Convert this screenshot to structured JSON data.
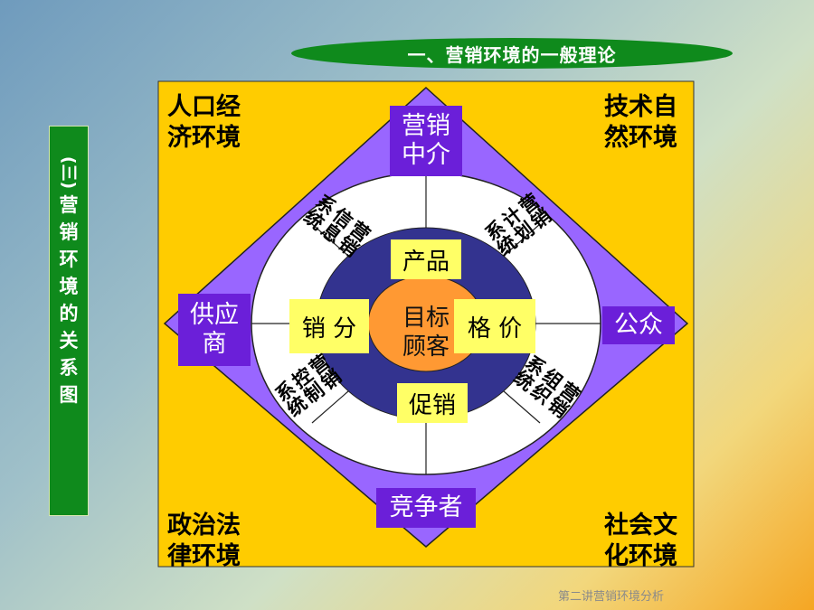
{
  "title": "一、营销环境的一般理论",
  "side_title": {
    "prefix": "(三)",
    "chars": [
      "营",
      "销",
      "环",
      "境",
      "的",
      "关",
      "系",
      "图"
    ]
  },
  "corners": {
    "top_left": "人口经\n济环境",
    "top_right": "技术自\n然环境",
    "bottom_left": "政治法\n律环境",
    "bottom_right": "社会文\n化环境"
  },
  "actors": {
    "top": "营销\n中介",
    "left": "供应\n商",
    "right": "公众",
    "bottom": "竞争者"
  },
  "marketing_mix": {
    "product": "产品",
    "place": "销 分",
    "price": "格 价",
    "promotion": "促销"
  },
  "target": "目标\n顾客",
  "systems": {
    "info": "营销\n信息\n系统",
    "plan": "营销\n计划\n系统",
    "control": "营销\n控制\n系统",
    "org": "营销\n组织\n系统"
  },
  "footer": "第二讲营销环境分析",
  "colors": {
    "yellow": "#ffcc00",
    "purple": "#9966ff",
    "navy": "#33338f",
    "orange": "#ff9933",
    "green": "#0f8a1c",
    "box": "#6b1fd9"
  }
}
